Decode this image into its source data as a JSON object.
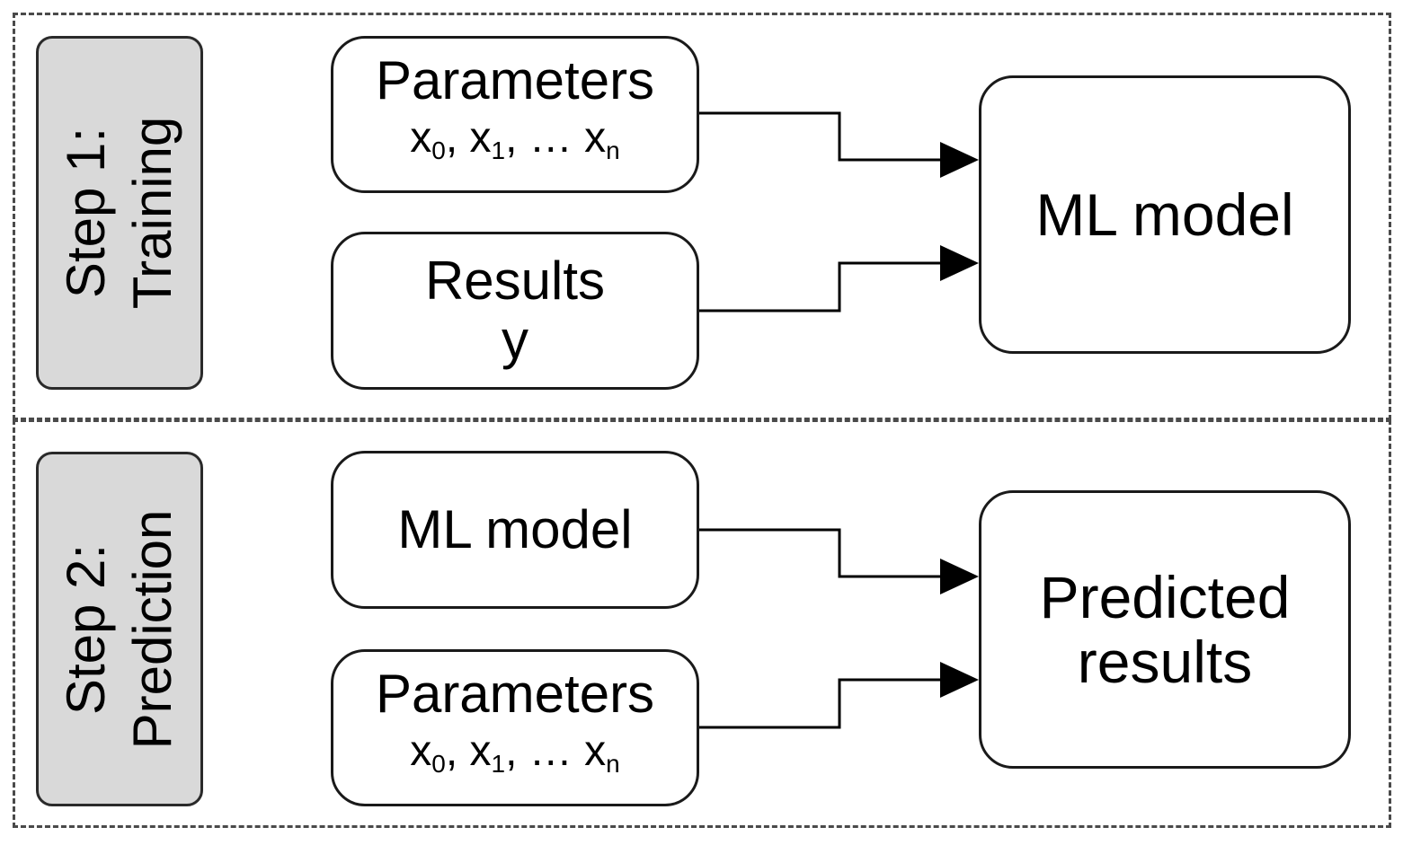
{
  "step1": {
    "line1": "Step 1:",
    "line2": "Training"
  },
  "step2": {
    "line1": "Step 2:",
    "line2": "Prediction"
  },
  "training": {
    "parameters_title": "Parameters",
    "parameters_vars": [
      "x",
      "0",
      ", ",
      "x",
      "1",
      ", … ",
      "x",
      "n"
    ],
    "results_title": "Results",
    "results_var": "y",
    "model_label": "ML model"
  },
  "prediction": {
    "model_label": "ML model",
    "parameters_title": "Parameters",
    "parameters_vars": [
      "x",
      "0",
      ", ",
      "x",
      "1",
      ", … ",
      "x",
      "n"
    ],
    "output_line1": "Predicted",
    "output_line2": "results"
  }
}
